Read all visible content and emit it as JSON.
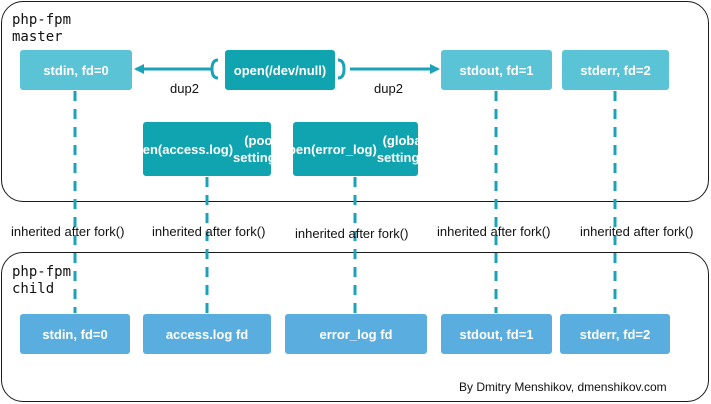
{
  "master": {
    "title": "php-fpm\nmaster",
    "boxes": {
      "stdin": "stdin, fd=0",
      "devnull": "open(/dev/null)",
      "stdout": "stdout, fd=1",
      "stderr": "stderr, fd=2",
      "access_log_line1": "open(access.log)",
      "access_log_line2": "(pool settings)",
      "error_log_line1": "open(error_log)",
      "error_log_line2": "(global settings)"
    },
    "dup2_left": "dup2",
    "dup2_right": "dup2"
  },
  "inherited_labels": [
    "inherited after fork()",
    "inherited after fork()",
    "inherited after fork()",
    "inherited after fork()",
    "inherited after fork()"
  ],
  "child": {
    "title": "php-fpm\nchild",
    "boxes": {
      "stdin": "stdin, fd=0",
      "access_log": "access.log fd",
      "error_log": "error_log fd",
      "stdout": "stdout, fd=1",
      "stderr": "stderr, fd=2"
    }
  },
  "credit": "By Dmitry Menshikov, dmenshikov.com",
  "colors": {
    "master_box": "#5bc3d6",
    "emphasis_box": "#0fa4b0",
    "child_box": "#5aaedf",
    "connector": "#1aa3b8"
  }
}
